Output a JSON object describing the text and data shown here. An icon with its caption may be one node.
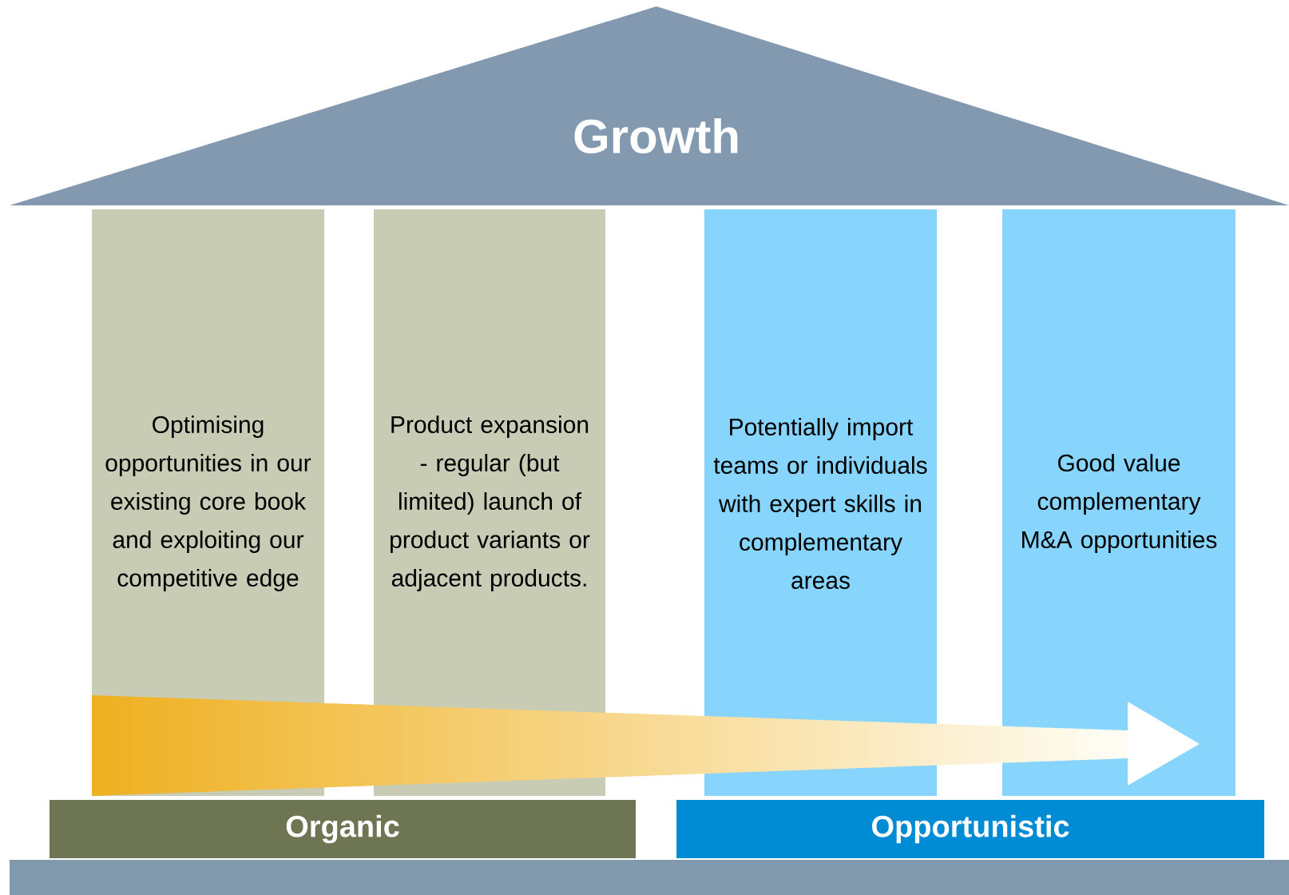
{
  "diagram": {
    "nodes": [
      {
        "text": [
          "Growth"
        ]
      },
      {
        "text": [
          "Optimising opportunities in our existing core book and exploiting our competitive edge"
        ]
      },
      {
        "text": [
          "Product expansion  - regular (but limited) launch of product variants or adjacent products."
        ]
      },
      {
        "text": [
          "Potentially import teams or individuals with expert skills in complementary areas"
        ]
      },
      {
        "text": [
          "Good value complementary M&A opportunities"
        ]
      },
      {
        "text": [
          "Organic"
        ]
      },
      {
        "text": [
          "Opportunistic"
        ]
      },
      {
        "text": [],
        "shape": "bar"
      }
    ]
  }
}
